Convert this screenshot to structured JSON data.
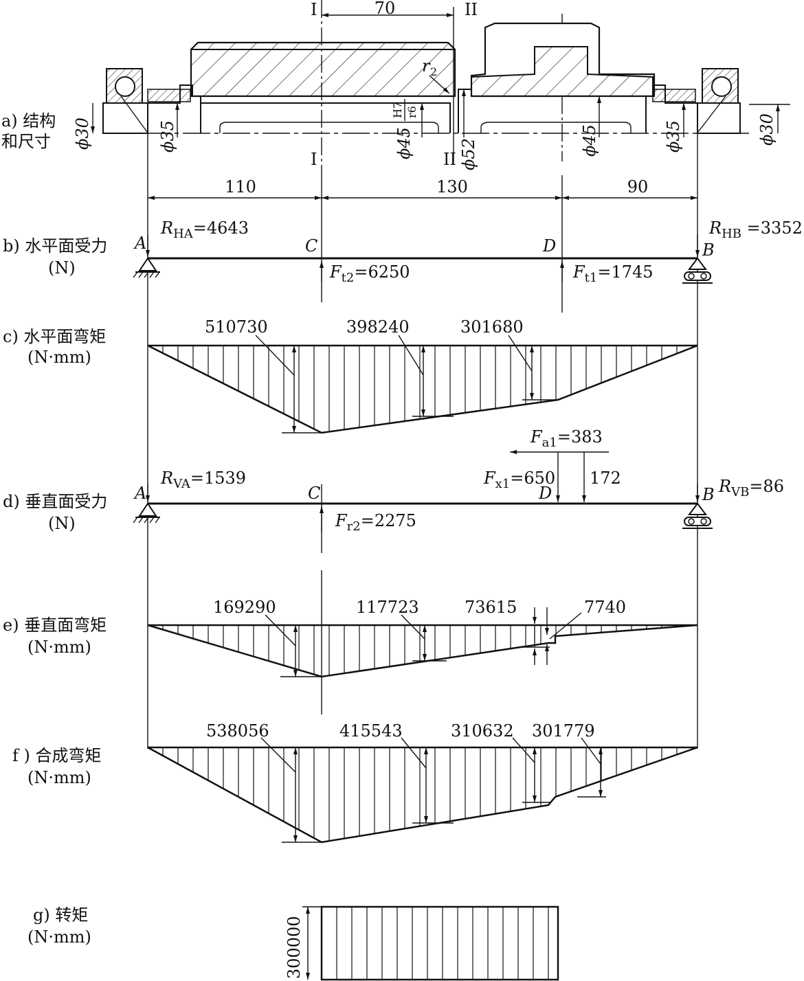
{
  "section_labels": {
    "a1": "a) 结构",
    "a2": "和尺寸",
    "b1": "b) 水平面受力",
    "b2": "(N)",
    "c1": "c) 水平面弯矩",
    "c2": "(N·mm)",
    "d1": "d) 垂直面受力",
    "d2": "(N)",
    "e1": "e) 垂直面弯矩",
    "e2": "(N·mm)",
    "f1": "f ) 合成弯矩",
    "f2": "(N·mm)",
    "g1": "g) 转矩",
    "g2": "(N·mm)"
  },
  "structure": {
    "section_I": "I",
    "section_II": "II",
    "dim_70": "70",
    "r2": "r",
    "r2_sub": "2",
    "phi30_left": "ϕ30",
    "phi35_left": "ϕ35",
    "phi45_fit": "ϕ45",
    "fit_H7": "H7",
    "fit_r6": "r6",
    "phi52": "ϕ52",
    "phi45_right": "ϕ45",
    "phi35_right": "ϕ35",
    "phi30_right": "ϕ30"
  },
  "spans": {
    "AC": "110",
    "CD": "130",
    "DB": "90"
  },
  "points": {
    "A": "A",
    "B": "B",
    "C": "C",
    "D": "D"
  },
  "horizontal_forces": {
    "RHA_sym": "R",
    "RHA_sub": "HA",
    "RHA_val": "=4643",
    "RHB_sym": "R",
    "RHB_sub": "HB",
    "RHB_val": " =3352",
    "Ft2_sym": "F",
    "Ft2_sub": "t2",
    "Ft2_val": "=6250",
    "Ft1_sym": "F",
    "Ft1_sub": "t1",
    "Ft1_val": "=1745"
  },
  "horizontal_moment": {
    "mC": "510730",
    "mI": "398240",
    "mD": "301680"
  },
  "vertical_forces": {
    "RVA_sym": "R",
    "RVA_sub": "VA",
    "RVA_val": "=1539",
    "RVB_sym": "R",
    "RVB_sub": "VB",
    "RVB_val": "=86",
    "Fr2_sym": "F",
    "Fr2_sub": "r2",
    "Fr2_val": "=2275",
    "Fa1_sym": "F",
    "Fa1_sub": "a1",
    "Fa1_val": "=383",
    "Fx1_sym": "F",
    "Fx1_sub": "x1",
    "Fx1_val": "=650",
    "couple": "172"
  },
  "vertical_moment": {
    "mC": "169290",
    "mI": "117723",
    "mD": "73615",
    "mD2": "7740"
  },
  "resultant_moment": {
    "mC": "538056",
    "mI": "415543",
    "mD": "310632",
    "mD2": "301779"
  },
  "torque": {
    "T": "300000"
  }
}
